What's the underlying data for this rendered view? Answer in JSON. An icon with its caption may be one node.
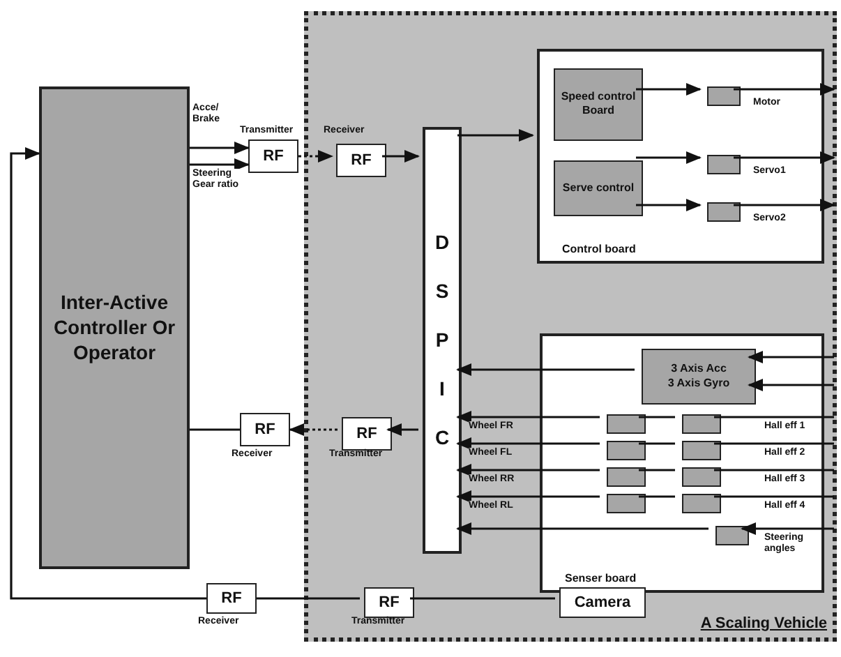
{
  "diagram": {
    "nodes": [
      {
        "text": [
          "Inter-Active Controller Or Operator"
        ]
      },
      {
        "text": [
          "RF"
        ],
        "beside": [
          "Transmitter"
        ]
      },
      {
        "text": [
          "A Scaling Vehicle"
        ]
      },
      {
        "text": [
          "RF"
        ],
        "beside": [
          "Receiver"
        ],
        "in": 2
      },
      {
        "text": [
          "D S P I C"
        ],
        "in": 2
      },
      {
        "text": [
          "Control board"
        ],
        "in": 2
      },
      {
        "text": [
          "Speed control Board"
        ],
        "in": 5
      },
      {
        "text": [
          "Serve control"
        ],
        "in": 5
      },
      {
        "text": [],
        "shape": "box",
        "in": 5
      },
      {
        "text": [],
        "shape": "box",
        "in": 5
      },
      {
        "text": [],
        "shape": "box",
        "in": 5
      },
      {
        "text": [
          "Senser board"
        ],
        "in": 2
      },
      {
        "text": [
          "3 Axis Acc",
          "3 Axis Gyro"
        ],
        "in": 11
      },
      {
        "text": [],
        "shape": "box",
        "in": 11
      },
      {
        "text": [],
        "shape": "box",
        "in": 11
      },
      {
        "text": [],
        "shape": "box",
        "in": 11
      },
      {
        "text": [],
        "shape": "box",
        "in": 11
      },
      {
        "text": [],
        "shape": "box",
        "in": 11
      },
      {
        "text": [],
        "shape": "box",
        "in": 11
      },
      {
        "text": [],
        "shape": "box",
        "in": 11
      },
      {
        "text": [],
        "shape": "box",
        "in": 11
      },
      {
        "text": [],
        "shape": "box",
        "in": 11
      },
      {
        "text": [
          "RF"
        ],
        "beside": [
          "Transmitter"
        ],
        "in": 2
      },
      {
        "text": [
          "RF"
        ],
        "beside": [
          "Receiver"
        ]
      },
      {
        "text": [
          "RF"
        ],
        "beside": [
          "Receiver"
        ]
      },
      {
        "text": [
          "RF"
        ],
        "beside": [
          "Transmitter"
        ],
        "in": 2
      },
      {
        "text": [
          "Camera"
        ],
        "in": 2
      }
    ],
    "edges": [
      {
        "from": 0,
        "to": 1,
        "arrow": "to",
        "label": "Acce/ Brake"
      },
      {
        "from": 0,
        "to": 1,
        "arrow": "to",
        "label": "Steering Gear ratio"
      },
      {
        "from": 1,
        "to": 3,
        "arrow": "to",
        "style": "dashed"
      },
      {
        "from": 3,
        "to": 4,
        "arrow": "to"
      },
      {
        "from": 4,
        "to": 5,
        "arrow": "to"
      },
      {
        "from": 6,
        "to": 8,
        "arrow": "to"
      },
      {
        "from": 8,
        "to": null,
        "arrow": "to",
        "label": "Motor"
      },
      {
        "from": 7,
        "to": 9,
        "arrow": "to"
      },
      {
        "from": 9,
        "to": null,
        "arrow": "to",
        "label": "Servo1"
      },
      {
        "from": 7,
        "to": 10,
        "arrow": "to"
      },
      {
        "from": 10,
        "to": null,
        "arrow": "to",
        "label": "Servo2"
      },
      {
        "from": null,
        "to": 12,
        "arrow": "to"
      },
      {
        "from": null,
        "to": 12,
        "arrow": "to"
      },
      {
        "from": 12,
        "to": 4,
        "arrow": "to"
      },
      {
        "from": null,
        "to": 17,
        "arrow": "none",
        "label": "Hall eff 1"
      },
      {
        "from": 17,
        "to": 13,
        "arrow": "none"
      },
      {
        "from": 13,
        "to": 4,
        "arrow": "to",
        "label": "Wheel FR"
      },
      {
        "from": null,
        "to": 18,
        "arrow": "none",
        "label": "Hall eff 2"
      },
      {
        "from": 18,
        "to": 14,
        "arrow": "none"
      },
      {
        "from": 14,
        "to": 4,
        "arrow": "to",
        "label": "Wheel FL"
      },
      {
        "from": null,
        "to": 19,
        "arrow": "none",
        "label": "Hall eff 3"
      },
      {
        "from": 19,
        "to": 15,
        "arrow": "none"
      },
      {
        "from": 15,
        "to": 4,
        "arrow": "to",
        "label": "Wheel RR"
      },
      {
        "from": null,
        "to": 20,
        "arrow": "none",
        "label": "Hall eff 4"
      },
      {
        "from": 20,
        "to": 16,
        "arrow": "none"
      },
      {
        "from": 16,
        "to": 4,
        "arrow": "to",
        "label": "Wheel RL"
      },
      {
        "from": null,
        "to": 21,
        "arrow": "to",
        "label": "Steering angles"
      },
      {
        "from": 21,
        "to": 4,
        "arrow": "to"
      },
      {
        "from": 4,
        "to": 22,
        "arrow": "to"
      },
      {
        "from": 22,
        "to": 23,
        "arrow": "to",
        "style": "dashed"
      },
      {
        "from": 23,
        "to": 0,
        "arrow": "none"
      },
      {
        "from": 26,
        "to": 25,
        "arrow": "none"
      },
      {
        "from": 25,
        "to": 24,
        "arrow": "none"
      },
      {
        "from": 24,
        "to": 0,
        "arrow": "to"
      }
    ]
  }
}
